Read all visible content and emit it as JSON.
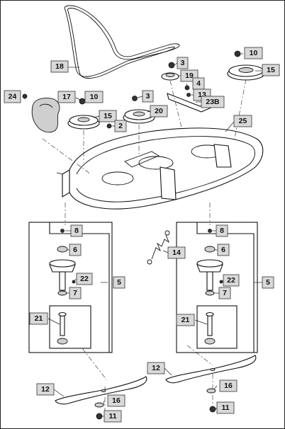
{
  "callouts": [
    {
      "id": "c-18",
      "label": "18"
    },
    {
      "id": "c-3a",
      "label": "3"
    },
    {
      "id": "c-10a",
      "label": "10"
    },
    {
      "id": "c-15a",
      "label": "15"
    },
    {
      "id": "c-19",
      "label": "19"
    },
    {
      "id": "c-4",
      "label": "4"
    },
    {
      "id": "c-24",
      "label": "24"
    },
    {
      "id": "c-17",
      "label": "17"
    },
    {
      "id": "c-10b",
      "label": "10"
    },
    {
      "id": "c-3b",
      "label": "3"
    },
    {
      "id": "c-13",
      "label": "13"
    },
    {
      "id": "c-23b",
      "label": "23B"
    },
    {
      "id": "c-15b",
      "label": "15"
    },
    {
      "id": "c-20",
      "label": "20"
    },
    {
      "id": "c-2",
      "label": "2"
    },
    {
      "id": "c-25",
      "label": "25"
    },
    {
      "id": "c-8a",
      "label": "8"
    },
    {
      "id": "c-8b",
      "label": "8"
    },
    {
      "id": "c-6a",
      "label": "6"
    },
    {
      "id": "c-6b",
      "label": "6"
    },
    {
      "id": "c-14",
      "label": "14"
    },
    {
      "id": "c-22a",
      "label": "22"
    },
    {
      "id": "c-22b",
      "label": "22"
    },
    {
      "id": "c-5a",
      "label": "5"
    },
    {
      "id": "c-5b",
      "label": "5"
    },
    {
      "id": "c-7a",
      "label": "7"
    },
    {
      "id": "c-7b",
      "label": "7"
    },
    {
      "id": "c-21a",
      "label": "21"
    },
    {
      "id": "c-21b",
      "label": "21"
    },
    {
      "id": "c-12a",
      "label": "12"
    },
    {
      "id": "c-12b",
      "label": "12"
    },
    {
      "id": "c-16a",
      "label": "16"
    },
    {
      "id": "c-16b",
      "label": "16"
    },
    {
      "id": "c-11a",
      "label": "11"
    },
    {
      "id": "c-11b",
      "label": "11"
    }
  ]
}
